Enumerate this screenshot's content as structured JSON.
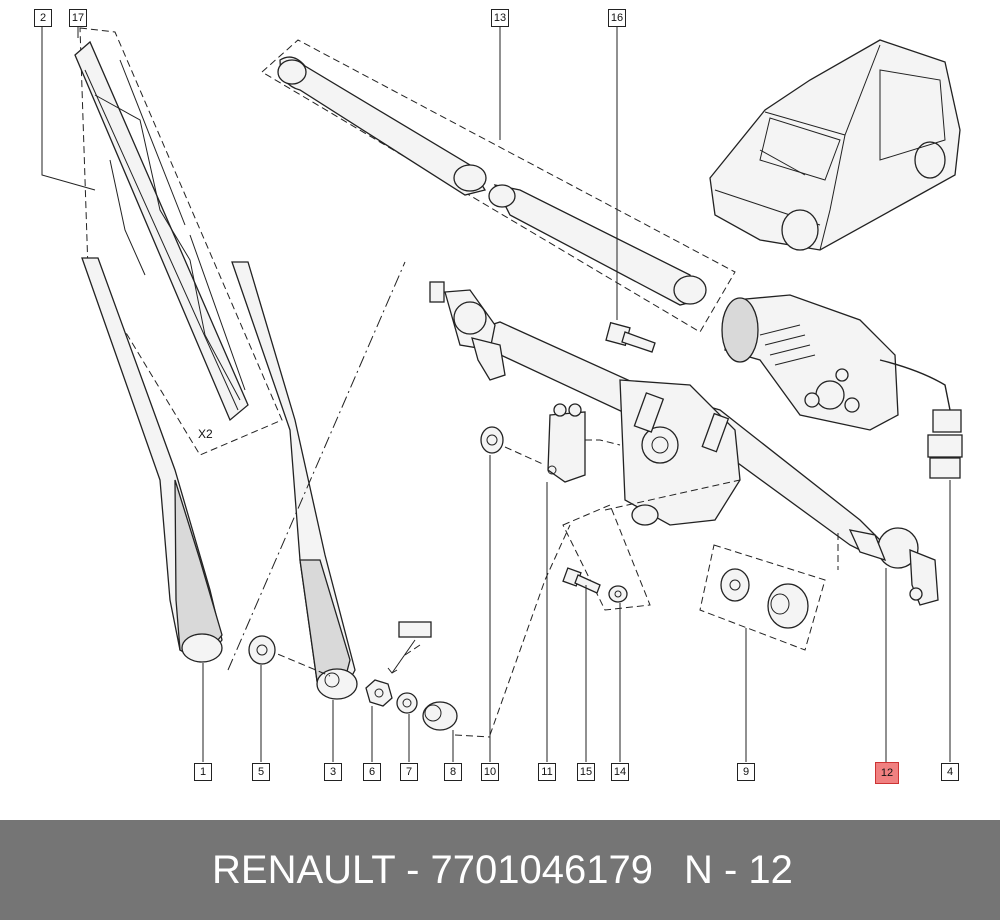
{
  "diagram": {
    "callouts": [
      {
        "label": "2"
      },
      {
        "label": "17"
      },
      {
        "label": "13"
      },
      {
        "label": "16"
      },
      {
        "label": "1"
      },
      {
        "label": "5"
      },
      {
        "label": "3"
      },
      {
        "label": "6"
      },
      {
        "label": "7"
      },
      {
        "label": "8"
      },
      {
        "label": "10"
      },
      {
        "label": "11"
      },
      {
        "label": "15"
      },
      {
        "label": "14"
      },
      {
        "label": "9"
      },
      {
        "label": "12",
        "highlighted": true
      },
      {
        "label": "4"
      }
    ],
    "annotation": "X2",
    "highlight_color": "#f08080"
  },
  "footer": {
    "brand": "RENAULT",
    "part_number": "7701046179",
    "part_text": "RENAULT - 7701046179",
    "page_ref": "N - 12",
    "background": "#757575"
  }
}
